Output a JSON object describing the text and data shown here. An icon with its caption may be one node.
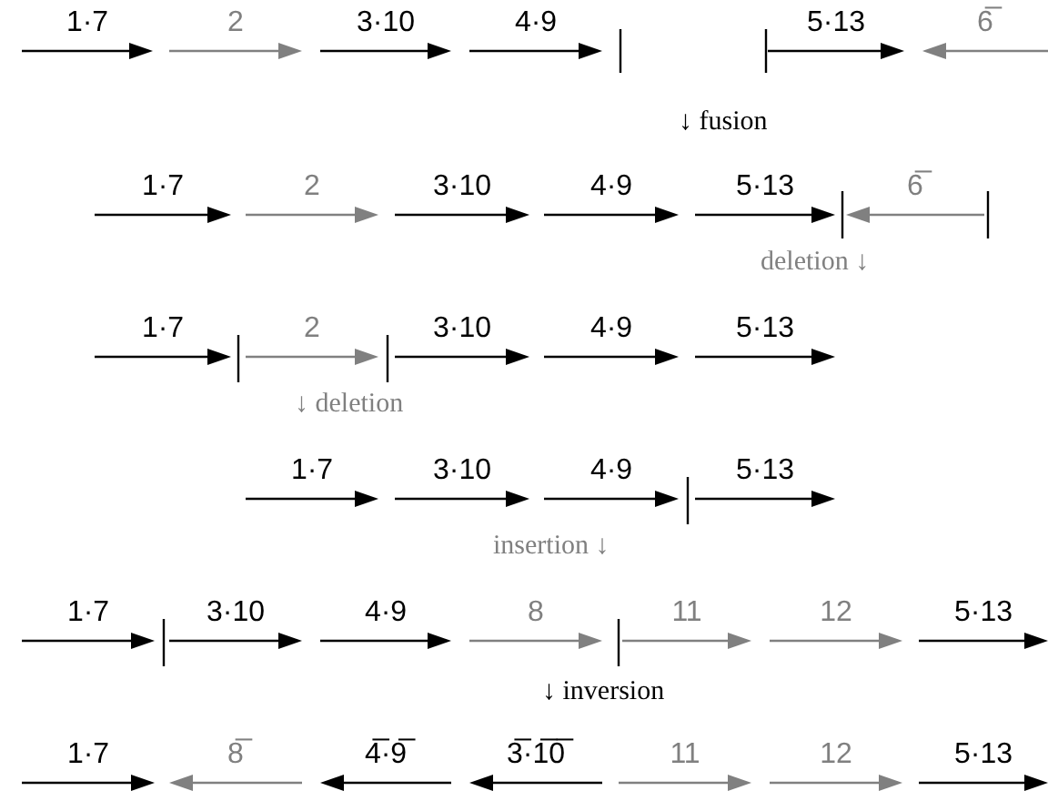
{
  "diagram": {
    "labels": [
      "1·7",
      "2",
      "3·10",
      "4·9",
      "5·13",
      "6̅",
      "↓ fusion",
      "1·7",
      "2",
      "3·10",
      "4·9",
      "5·13",
      "6̅",
      "deletion ↓",
      "1·7",
      "2",
      "3·10",
      "4·9",
      "5·13",
      "↓ deletion",
      "1·7",
      "3·10",
      "4·9",
      "5·13",
      "insertion ↓",
      "1·7",
      "3·10",
      "4·9",
      "8",
      "11",
      "12",
      "5·13",
      "↓ inversion",
      "1·7",
      "8̅",
      "4̅·9̅",
      "3̅·1̅0̅",
      "11",
      "12",
      "5·13"
    ]
  }
}
